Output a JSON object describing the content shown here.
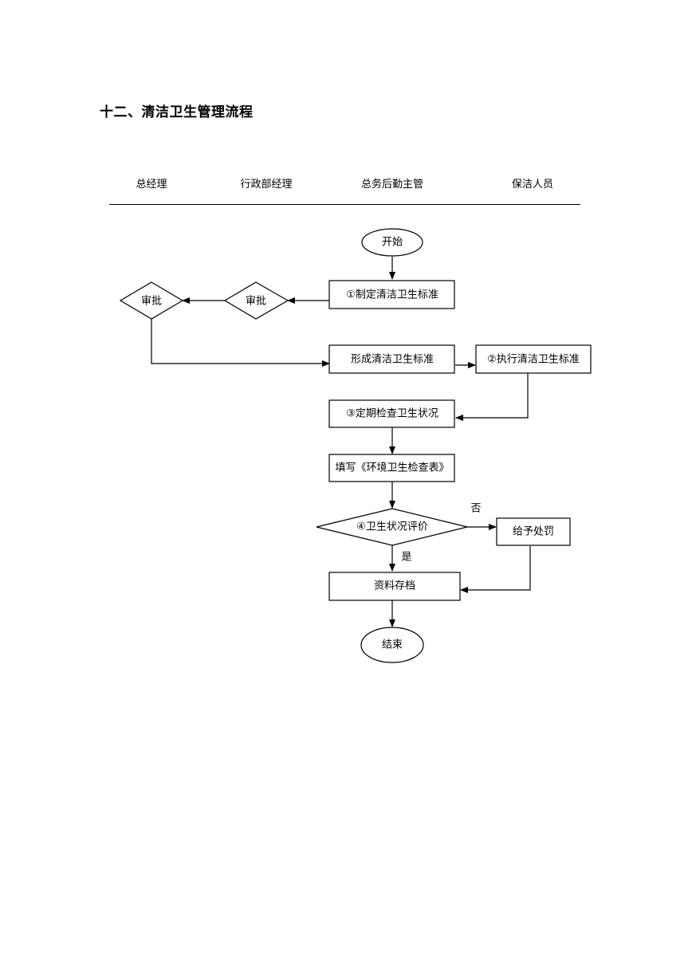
{
  "title": "十二、清洁卫生管理流程",
  "lanes": [
    "总经理",
    "行政部经理",
    "总务后勤主管",
    "保洁人员"
  ],
  "nodes": {
    "start": "开始",
    "standard": "①制定清洁卫生标准",
    "approve_dept": "审批",
    "approve_gm": "审批",
    "form_standard": "形成清洁卫生标准",
    "execute": "②执行清洁卫生标准",
    "inspect": "③定期检查卫生状况",
    "fill_form": "填写《环境卫生检查表》",
    "evaluate": "④卫生状况评价",
    "penalty": "给予处罚",
    "archive": "资料存档",
    "end": "结束"
  },
  "edge_labels": {
    "no": "否",
    "yes": "是"
  }
}
